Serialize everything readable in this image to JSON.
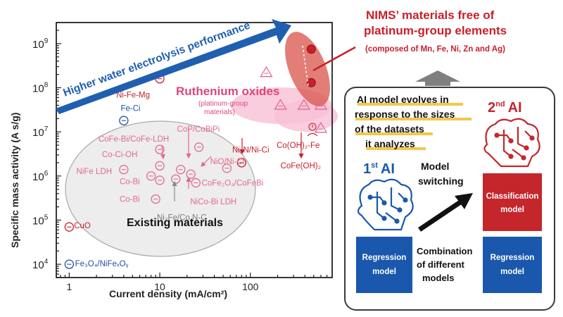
{
  "headline": {
    "line1": "NIMS’ materials free of",
    "line2": "platinum-group elements",
    "line3": "(composed of Mn, Fe, Ni, Zn and Ag)"
  },
  "arrow_text": "Higher water electrolysis performance",
  "ruthenium": {
    "title": "Ruthenium oxides",
    "sub1": "(platinum-group",
    "sub2": "materials)"
  },
  "existing_label": "Existing materials",
  "ai_panel": {
    "evolves": [
      "AI model evolves in",
      "response to the sizes",
      "of the datasets",
      "it analyzes"
    ],
    "first_ai": {
      "num": "1",
      "sup": "st",
      "ai": "AI"
    },
    "second_ai": {
      "num": "2",
      "sup": "nd",
      "ai": "AI"
    },
    "model_switching": [
      "Model",
      "switching"
    ],
    "combination": [
      "Combination",
      "of different",
      "models"
    ],
    "regression_left": [
      "Regression",
      "model"
    ],
    "regression_right": [
      "Regression",
      "model"
    ],
    "classification": [
      "Classification",
      "model"
    ]
  },
  "colors": {
    "blue_arrow": "#1f5fb0",
    "red_text": "#c8202a",
    "pink": "#e0457a",
    "box_blue": "#1a58ad",
    "box_red": "#c5262c",
    "marker_red": "#c8202a",
    "marker_pink": "#e06a8e",
    "marker_blue": "#1f4fa8"
  },
  "chart_data": {
    "type": "scatter",
    "title": "",
    "xlabel": "Current density (mA/cm²)",
    "ylabel": "Specific mass activity (A s/g)",
    "xscale": "log",
    "yscale": "log",
    "xlim": [
      0.72,
      800
    ],
    "ylim": [
      5000,
      3000000000
    ],
    "xticks": [
      1,
      10,
      100
    ],
    "xtick_labels": [
      "1",
      "10",
      "100"
    ],
    "yticks": [
      10000,
      100000,
      1000000,
      10000000,
      100000000,
      1000000000
    ],
    "ytick_base": "10",
    "ytick_exps": [
      "4",
      "5",
      "6",
      "7",
      "8",
      "9"
    ],
    "grid": false,
    "points": [
      {
        "name": "nims-top",
        "x": 470,
        "y": 750000000,
        "marker": "filled-red"
      },
      {
        "name": "nims-bottom",
        "x": 470,
        "y": 130000000,
        "marker": "filled-red"
      },
      {
        "name": "ni-fe-mg",
        "x": 10,
        "y": 160000000,
        "marker": "circle-red"
      },
      {
        "name": "fe-ci",
        "x": 4,
        "y": 18000000,
        "marker": "circle-blue"
      },
      {
        "name": "cofe-bi",
        "x": 10,
        "y": 4000000,
        "marker": "circle-pink"
      },
      {
        "name": "cop-cobipi",
        "x": 27,
        "y": 4500000,
        "marker": "circle-pink"
      },
      {
        "name": "ni3n-ni-ci",
        "x": 80,
        "y": 2000000,
        "marker": "circle-red"
      },
      {
        "name": "co-ci-oh",
        "x": 10,
        "y": 1700000,
        "marker": "circle-pink"
      },
      {
        "name": "nifeldh",
        "x": 4,
        "y": 1400000,
        "marker": "circle-pink"
      },
      {
        "name": "co-bi-1",
        "x": 8,
        "y": 1000000,
        "marker": "circle-pink"
      },
      {
        "name": "co-bi-2",
        "x": 10,
        "y": 800000,
        "marker": "circle-pink"
      },
      {
        "name": "co-bi-3",
        "x": 9,
        "y": 300000,
        "marker": "circle-pink"
      },
      {
        "name": "cluster-1",
        "x": 17,
        "y": 1400000,
        "marker": "circle-pink"
      },
      {
        "name": "cluster-2",
        "x": 22,
        "y": 1100000,
        "marker": "circle-pink"
      },
      {
        "name": "cluster-3",
        "x": 15,
        "y": 850000,
        "marker": "circle-pink"
      },
      {
        "name": "cluster-4",
        "x": 25,
        "y": 700000,
        "marker": "circle-pink"
      },
      {
        "name": "nio-ni-ci",
        "x": 55,
        "y": 1500000,
        "marker": "circle-pink"
      },
      {
        "name": "cuo",
        "x": 1,
        "y": 70000,
        "marker": "circle-red"
      },
      {
        "name": "fe3o4",
        "x": 1,
        "y": 10000,
        "marker": "circle-blue"
      },
      {
        "name": "ru-tri-1",
        "x": 150,
        "y": 220000000,
        "marker": "triangle-pink"
      },
      {
        "name": "ru-tri-2",
        "x": 215,
        "y": 40000000,
        "marker": "triangle-pink"
      },
      {
        "name": "ru-tri-3",
        "x": 390,
        "y": 40000000,
        "marker": "triangle-pink"
      },
      {
        "name": "ru-tri-4",
        "x": 600,
        "y": 40000000,
        "marker": "triangle-pink"
      },
      {
        "name": "ru-tri-5",
        "x": 600,
        "y": 12000000,
        "marker": "triangle-pink"
      }
    ],
    "labels": [
      {
        "name": "lbl-ni-fe-mg",
        "text": "Ni-Fe-Mg",
        "x": 3.3,
        "y": 60000000,
        "color": "red"
      },
      {
        "name": "lbl-fe-ci",
        "text": "Fe-Ci",
        "x": 3.7,
        "y": 30000000,
        "color": "blue"
      },
      {
        "name": "lbl-cofe-bi",
        "text": "CoFe-Bi/CoFe-LDH",
        "x": 2.1,
        "y": 6000000,
        "color": "pink"
      },
      {
        "name": "lbl-cop",
        "text": "CoP/CoBiPi",
        "x": 15.5,
        "y": 10000000,
        "color": "pink"
      },
      {
        "name": "lbl-co-ci-oh",
        "text": "Co-Ci-OH",
        "x": 2.3,
        "y": 2700000,
        "color": "pink"
      },
      {
        "name": "lbl-nifeldh",
        "text": "NiFe LDH",
        "x": 1.2,
        "y": 1100000,
        "color": "pink"
      },
      {
        "name": "lbl-co-bi-1",
        "text": "Co-Bi",
        "x": 3.6,
        "y": 650000,
        "color": "pink"
      },
      {
        "name": "lbl-co-bi-2",
        "text": "Co-Bi",
        "x": 3.6,
        "y": 260000,
        "color": "pink"
      },
      {
        "name": "lbl-nio",
        "text": "NiO/Ni-Ci",
        "x": 36,
        "y": 1850000,
        "color": "pink"
      },
      {
        "name": "lbl-nicobi",
        "text": "NiCo-Bi LDH",
        "x": 21.7,
        "y": 230000,
        "color": "pink"
      },
      {
        "name": "lbl-ni3n",
        "text": "Ni₃N/Ni-Ci",
        "x": 63,
        "y": 3400000,
        "color": "red"
      },
      {
        "name": "lbl-cooh2",
        "text": "Co(OH)₂-Fe",
        "x": 195,
        "y": 4300000,
        "color": "red"
      },
      {
        "name": "lbl-cofeoh2",
        "text": "CoFe(OH)₂",
        "x": 215,
        "y": 1500000,
        "color": "red"
      },
      {
        "name": "lbl-ni3fe",
        "text": "Ni₃Fe/Co,N-C",
        "x": 9.3,
        "y": 100000,
        "color": "gray"
      },
      {
        "name": "lbl-cofe2o4",
        "text": "CoFe₂O₄/CoFeBi",
        "x": 29,
        "y": 600000,
        "color": "pink"
      },
      {
        "name": "lbl-cuo",
        "text": "CuO",
        "x": 1.13,
        "y": 65000,
        "color": "red"
      },
      {
        "name": "lbl-fe3o4",
        "text": "Fe₃O₄/NiFeₓOᵧ",
        "x": 1.16,
        "y": 9000,
        "color": "blue"
      }
    ]
  }
}
